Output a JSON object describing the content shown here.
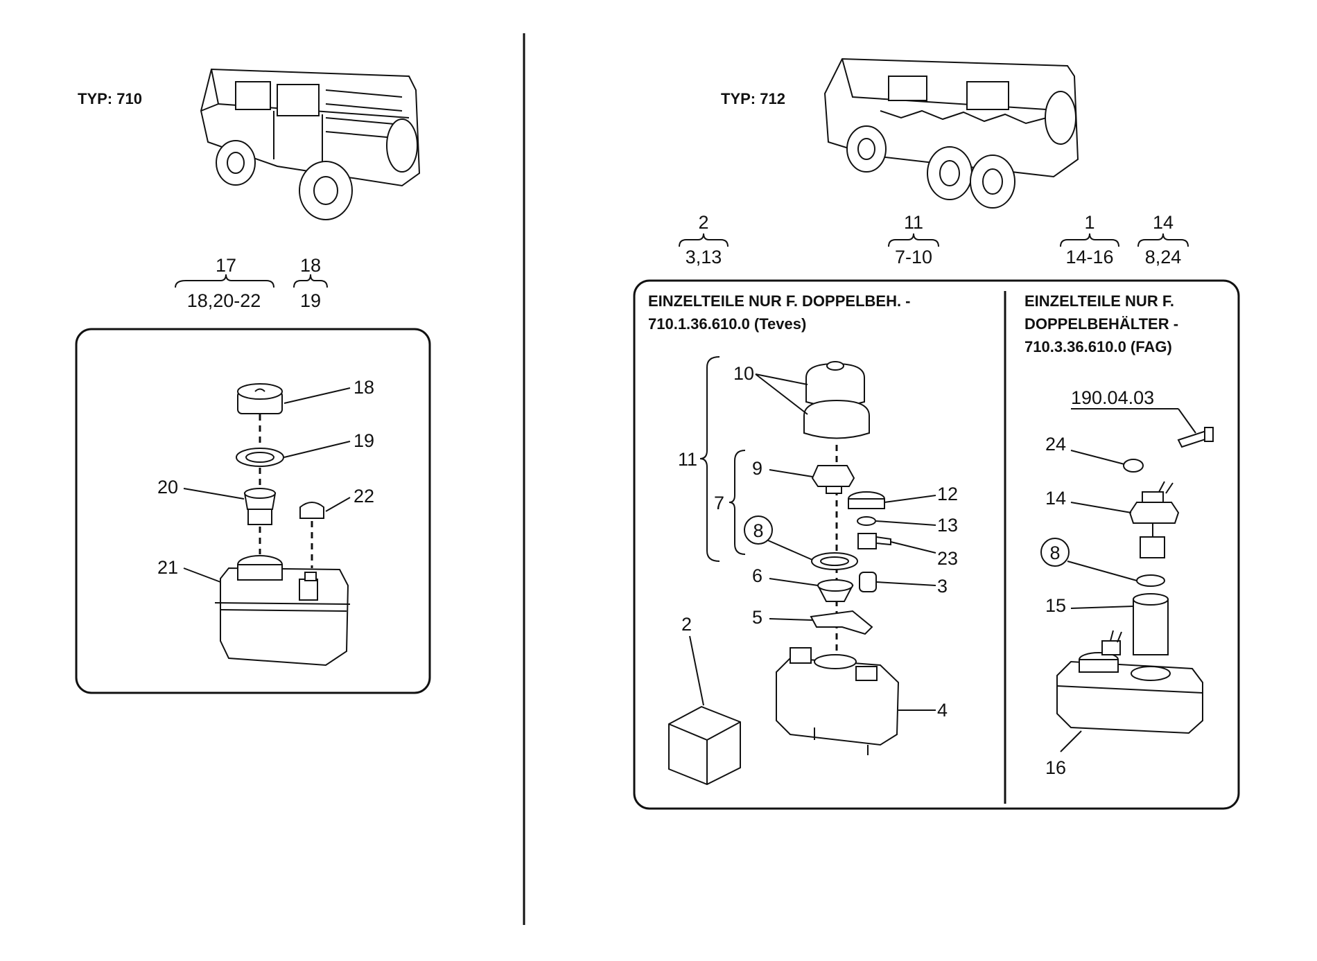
{
  "left": {
    "type_label": "TYP: 710",
    "groups": [
      {
        "parent": "17",
        "children": "18,20-22"
      },
      {
        "parent": "18",
        "children": "19"
      }
    ],
    "callouts": [
      "18",
      "19",
      "20",
      "22",
      "21"
    ]
  },
  "right": {
    "type_label": "TYP: 712",
    "groups": [
      {
        "parent": "2",
        "children": "3,13"
      },
      {
        "parent": "11",
        "children": "7-10"
      },
      {
        "parent": "1",
        "children": "14-16"
      },
      {
        "parent": "14",
        "children": "8,24"
      }
    ],
    "panel_teves": {
      "title_line1": "EINZELTEILE NUR F. DOPPELBEH. -",
      "title_line2": "710.1.36.610.0 (Teves)",
      "callouts": [
        "10",
        "11",
        "9",
        "7",
        "8",
        "12",
        "13",
        "23",
        "6",
        "3",
        "5",
        "2",
        "4"
      ]
    },
    "panel_fag": {
      "title_line1": "EINZELTEILE NUR F.",
      "title_line2": "DOPPELBEHÄLTER -",
      "title_line3": "710.3.36.610.0 (FAG)",
      "ref": "190.04.03",
      "callouts": [
        "24",
        "14",
        "8",
        "15",
        "16"
      ]
    }
  }
}
